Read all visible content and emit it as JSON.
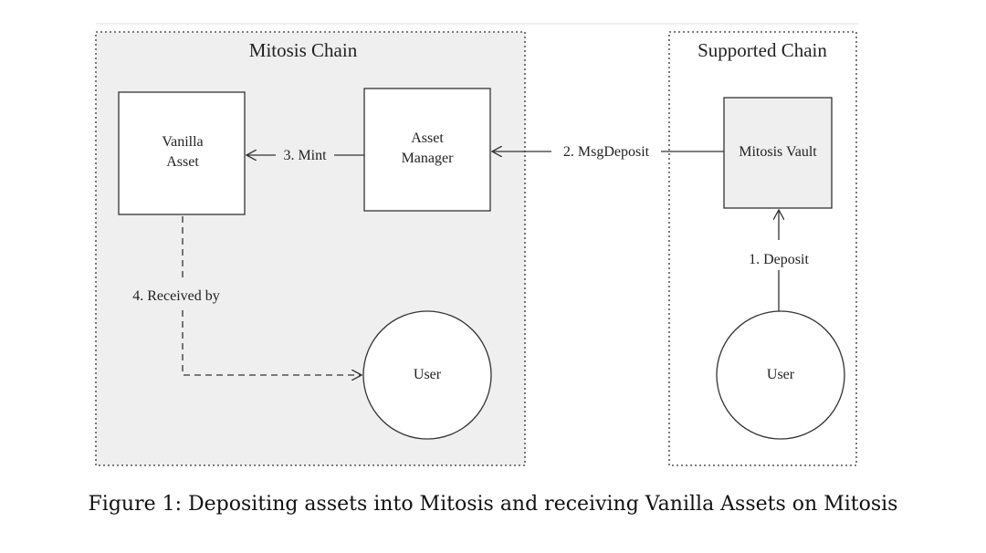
{
  "regions": {
    "mitosis_chain": "Mitosis Chain",
    "supported_chain": "Supported Chain"
  },
  "nodes": {
    "vanilla_asset": [
      "Vanilla",
      "Asset"
    ],
    "asset_manager": [
      "Asset",
      "Manager"
    ],
    "mitosis_vault": "Mitosis Vault",
    "user_mitosis": "User",
    "user_supported": "User"
  },
  "edges": {
    "deposit": "1. Deposit",
    "msg_deposit": "2. MsgDeposit",
    "mint": "3. Mint",
    "received_by": "4. Received by"
  },
  "caption": "Figure 1: Depositing assets into Mitosis and receiving Vanilla Assets on Mitosis",
  "colors": {
    "region_fill": "#efefef",
    "vault_fill": "#efefef",
    "box_fill": "#ffffff",
    "stroke": "#333333"
  }
}
